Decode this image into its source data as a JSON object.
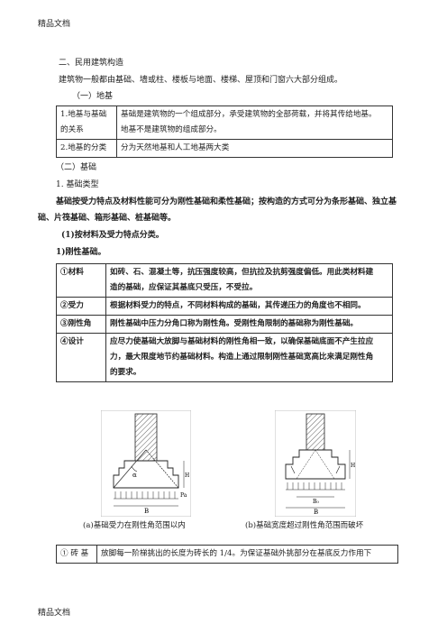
{
  "header": "精品文档",
  "footer": "精品文档",
  "section_title": "二、民用建筑构造",
  "intro": "建筑物一般都由基础、墙或柱、楼板与地面、楼梯、屋顶和门窗六大部分组成。",
  "subsection1": "（一）地基",
  "table1": [
    {
      "label": [
        "1.地基与基础",
        "的关系"
      ],
      "content": [
        "基础是建筑物的一个组成部分，承受建筑物的全部荷载，并将其传给地基。",
        "地基不是建筑物的组成部分。"
      ]
    },
    {
      "label": [
        "2.地基的分类"
      ],
      "content": [
        "分为天然地基和人工地基两大类"
      ]
    }
  ],
  "subsection2": "（二）基础",
  "heading_types": "1. 基础类型",
  "para_types": [
    "基础按受力特点及材料性能可分为刚性基础和柔性基础；按构造的方式可分为条形基础、独立基",
    "础、片筏基础、箱形基础、桩基础等。"
  ],
  "heading_force": "(1)按材料及受力特点分类。",
  "heading_rigid": "1)刚性基础。",
  "table2": [
    {
      "label": "①材料",
      "content": [
        "如砖、石、混凝土等，抗压强度较高，但抗拉及抗剪强度偏低。用此类材料建",
        "造的基础，应保证其基底只受压，不受拉。"
      ]
    },
    {
      "label": "②受力",
      "content": [
        "根据材料受力的特点，不同材料构成的基础，其传递压力的角度也不相同。"
      ]
    },
    {
      "label": "③刚性角",
      "content": [
        "刚性基础中压力分角口称为刚性角。受刚性角限制的基础称为刚性基础。"
      ]
    },
    {
      "label": "④设计",
      "content": [
        "应尽力使基础大放脚与基础材料的刚性角相一致，以确保基础底面不产生拉应",
        "力，最大限度地节约基础材料。构造上通过限制刚性基础宽高比来满足刚性角",
        "的要求。"
      ]
    }
  ],
  "figure_a_labels": {
    "angle": "α",
    "width": "B",
    "height": "H",
    "load": "Pa"
  },
  "figure_b_labels": {
    "width": "B",
    "width_inner": "B₀",
    "height": "H"
  },
  "caption_a": "(a)基础受力在刚性角范围以内",
  "caption_b": "(b)基础宽度超过刚性角范围而破坏",
  "table3": [
    {
      "label": "① 砖 基",
      "content": "放脚每一阶梯挑出的长度为砖长的 1/4。为保证基础外挑部分在基底反力作用下"
    }
  ]
}
